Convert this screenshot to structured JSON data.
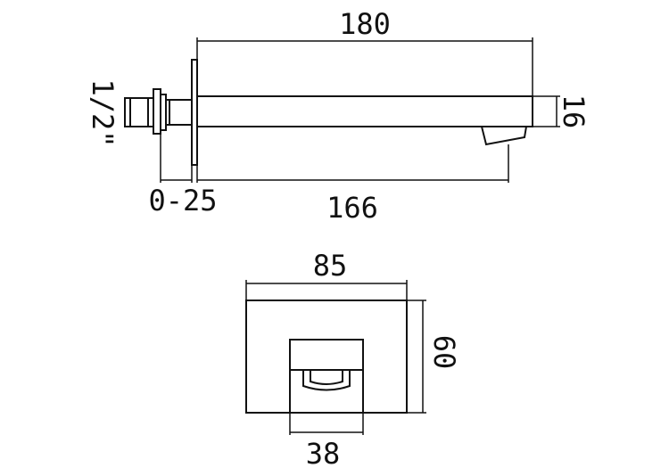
{
  "side_view": {
    "overall_length": "180",
    "spout_reach": "166",
    "spout_height": "16",
    "wall_adjustment": "0-25",
    "thread_size": "1/2\""
  },
  "front_view": {
    "plate_width": "85",
    "plate_height": "60",
    "spout_width": "38"
  }
}
